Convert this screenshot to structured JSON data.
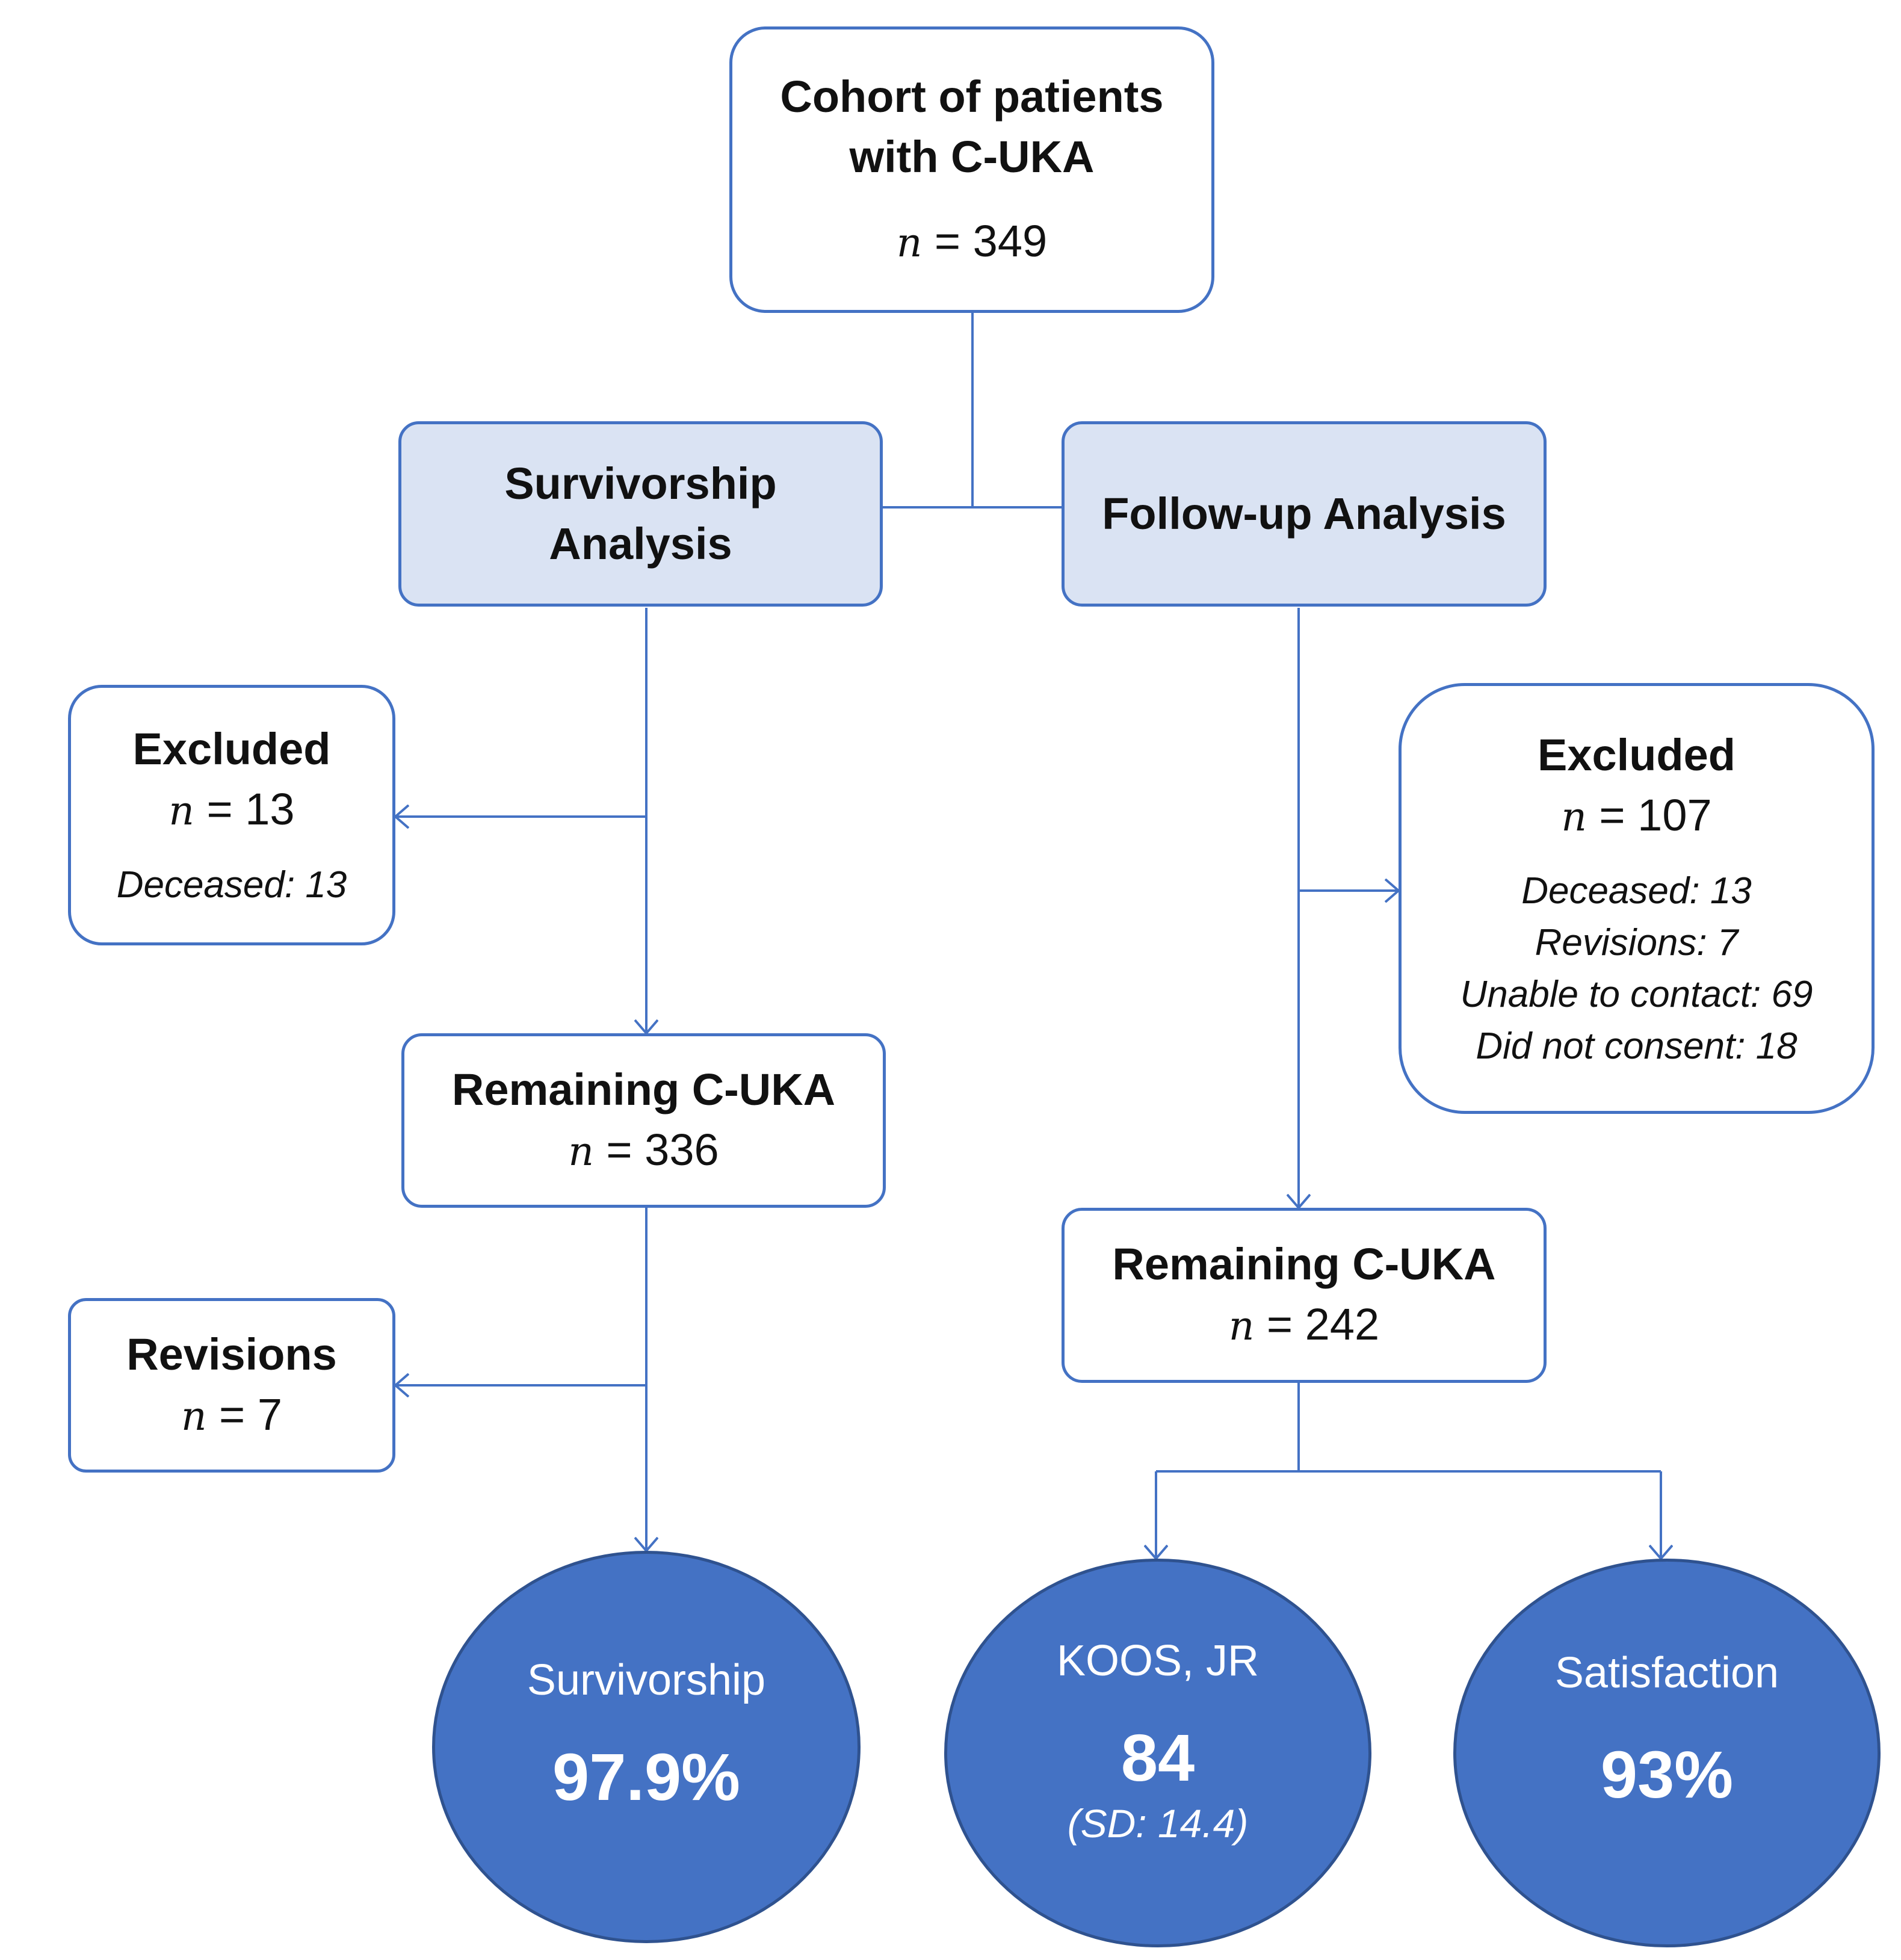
{
  "diagram": {
    "cohort": {
      "title_line1": "Cohort of patients",
      "title_line2": "with C-UKA",
      "n_symbol": "n",
      "n_rest": " = 349"
    },
    "survivorship_analysis": {
      "line1": "Survivorship",
      "line2": "Analysis"
    },
    "followup_analysis": {
      "label": "Follow-up Analysis"
    },
    "excluded_left": {
      "title": "Excluded",
      "n_symbol": "n",
      "n_rest": " = 13",
      "note": "Deceased: 13"
    },
    "excluded_right": {
      "title": "Excluded",
      "n_symbol": "n",
      "n_rest": " = 107",
      "notes": [
        "Deceased: 13",
        "Revisions: 7",
        "Unable to contact: 69",
        "Did not consent: 18"
      ]
    },
    "remaining_left": {
      "title": "Remaining C-UKA",
      "n_symbol": "n",
      "n_rest": " = 336"
    },
    "revisions": {
      "title": "Revisions",
      "n_symbol": "n",
      "n_rest": " = 7"
    },
    "remaining_right": {
      "title": "Remaining C-UKA",
      "n_symbol": "n",
      "n_rest": " = 242"
    },
    "survivorship_result": {
      "label": "Survivorship",
      "value": "97.9%"
    },
    "koos_result": {
      "label": "KOOS, JR",
      "value": "84",
      "sub": "(SD: 14.4)"
    },
    "satisfaction_result": {
      "label": "Satisfaction",
      "value": "93%"
    }
  },
  "colors": {
    "accent": "#4472c4",
    "box_fill_blue": "#dae3f3",
    "circle_fill": "#4472c4"
  }
}
